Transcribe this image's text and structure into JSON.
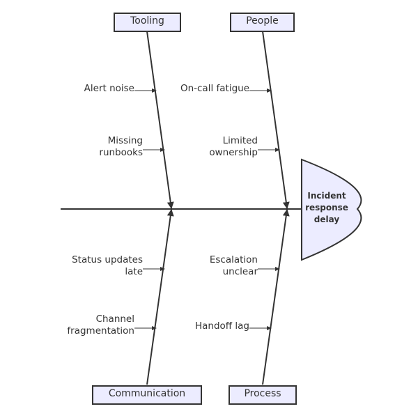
{
  "diagram": {
    "type": "fishbone",
    "effect": {
      "lines": [
        "Incident",
        "response",
        "delay"
      ]
    },
    "categories": [
      {
        "name": "Tooling",
        "position": "top",
        "causes": [
          {
            "lines": [
              "Alert noise"
            ]
          },
          {
            "lines": [
              "Missing",
              "runbooks"
            ]
          }
        ]
      },
      {
        "name": "People",
        "position": "top",
        "causes": [
          {
            "lines": [
              "On-call fatigue"
            ]
          },
          {
            "lines": [
              "Limited",
              "ownership"
            ]
          }
        ]
      },
      {
        "name": "Communication",
        "position": "bottom",
        "causes": [
          {
            "lines": [
              "Status updates",
              "late"
            ]
          },
          {
            "lines": [
              "Channel",
              "fragmentation"
            ]
          }
        ]
      },
      {
        "name": "Process",
        "position": "bottom",
        "causes": [
          {
            "lines": [
              "Escalation",
              "unclear"
            ]
          },
          {
            "lines": [
              "Handoff lag"
            ]
          }
        ]
      }
    ],
    "colors": {
      "node_fill": "#ececff",
      "stroke": "#333333",
      "text": "#333333",
      "background": "#ffffff"
    }
  }
}
